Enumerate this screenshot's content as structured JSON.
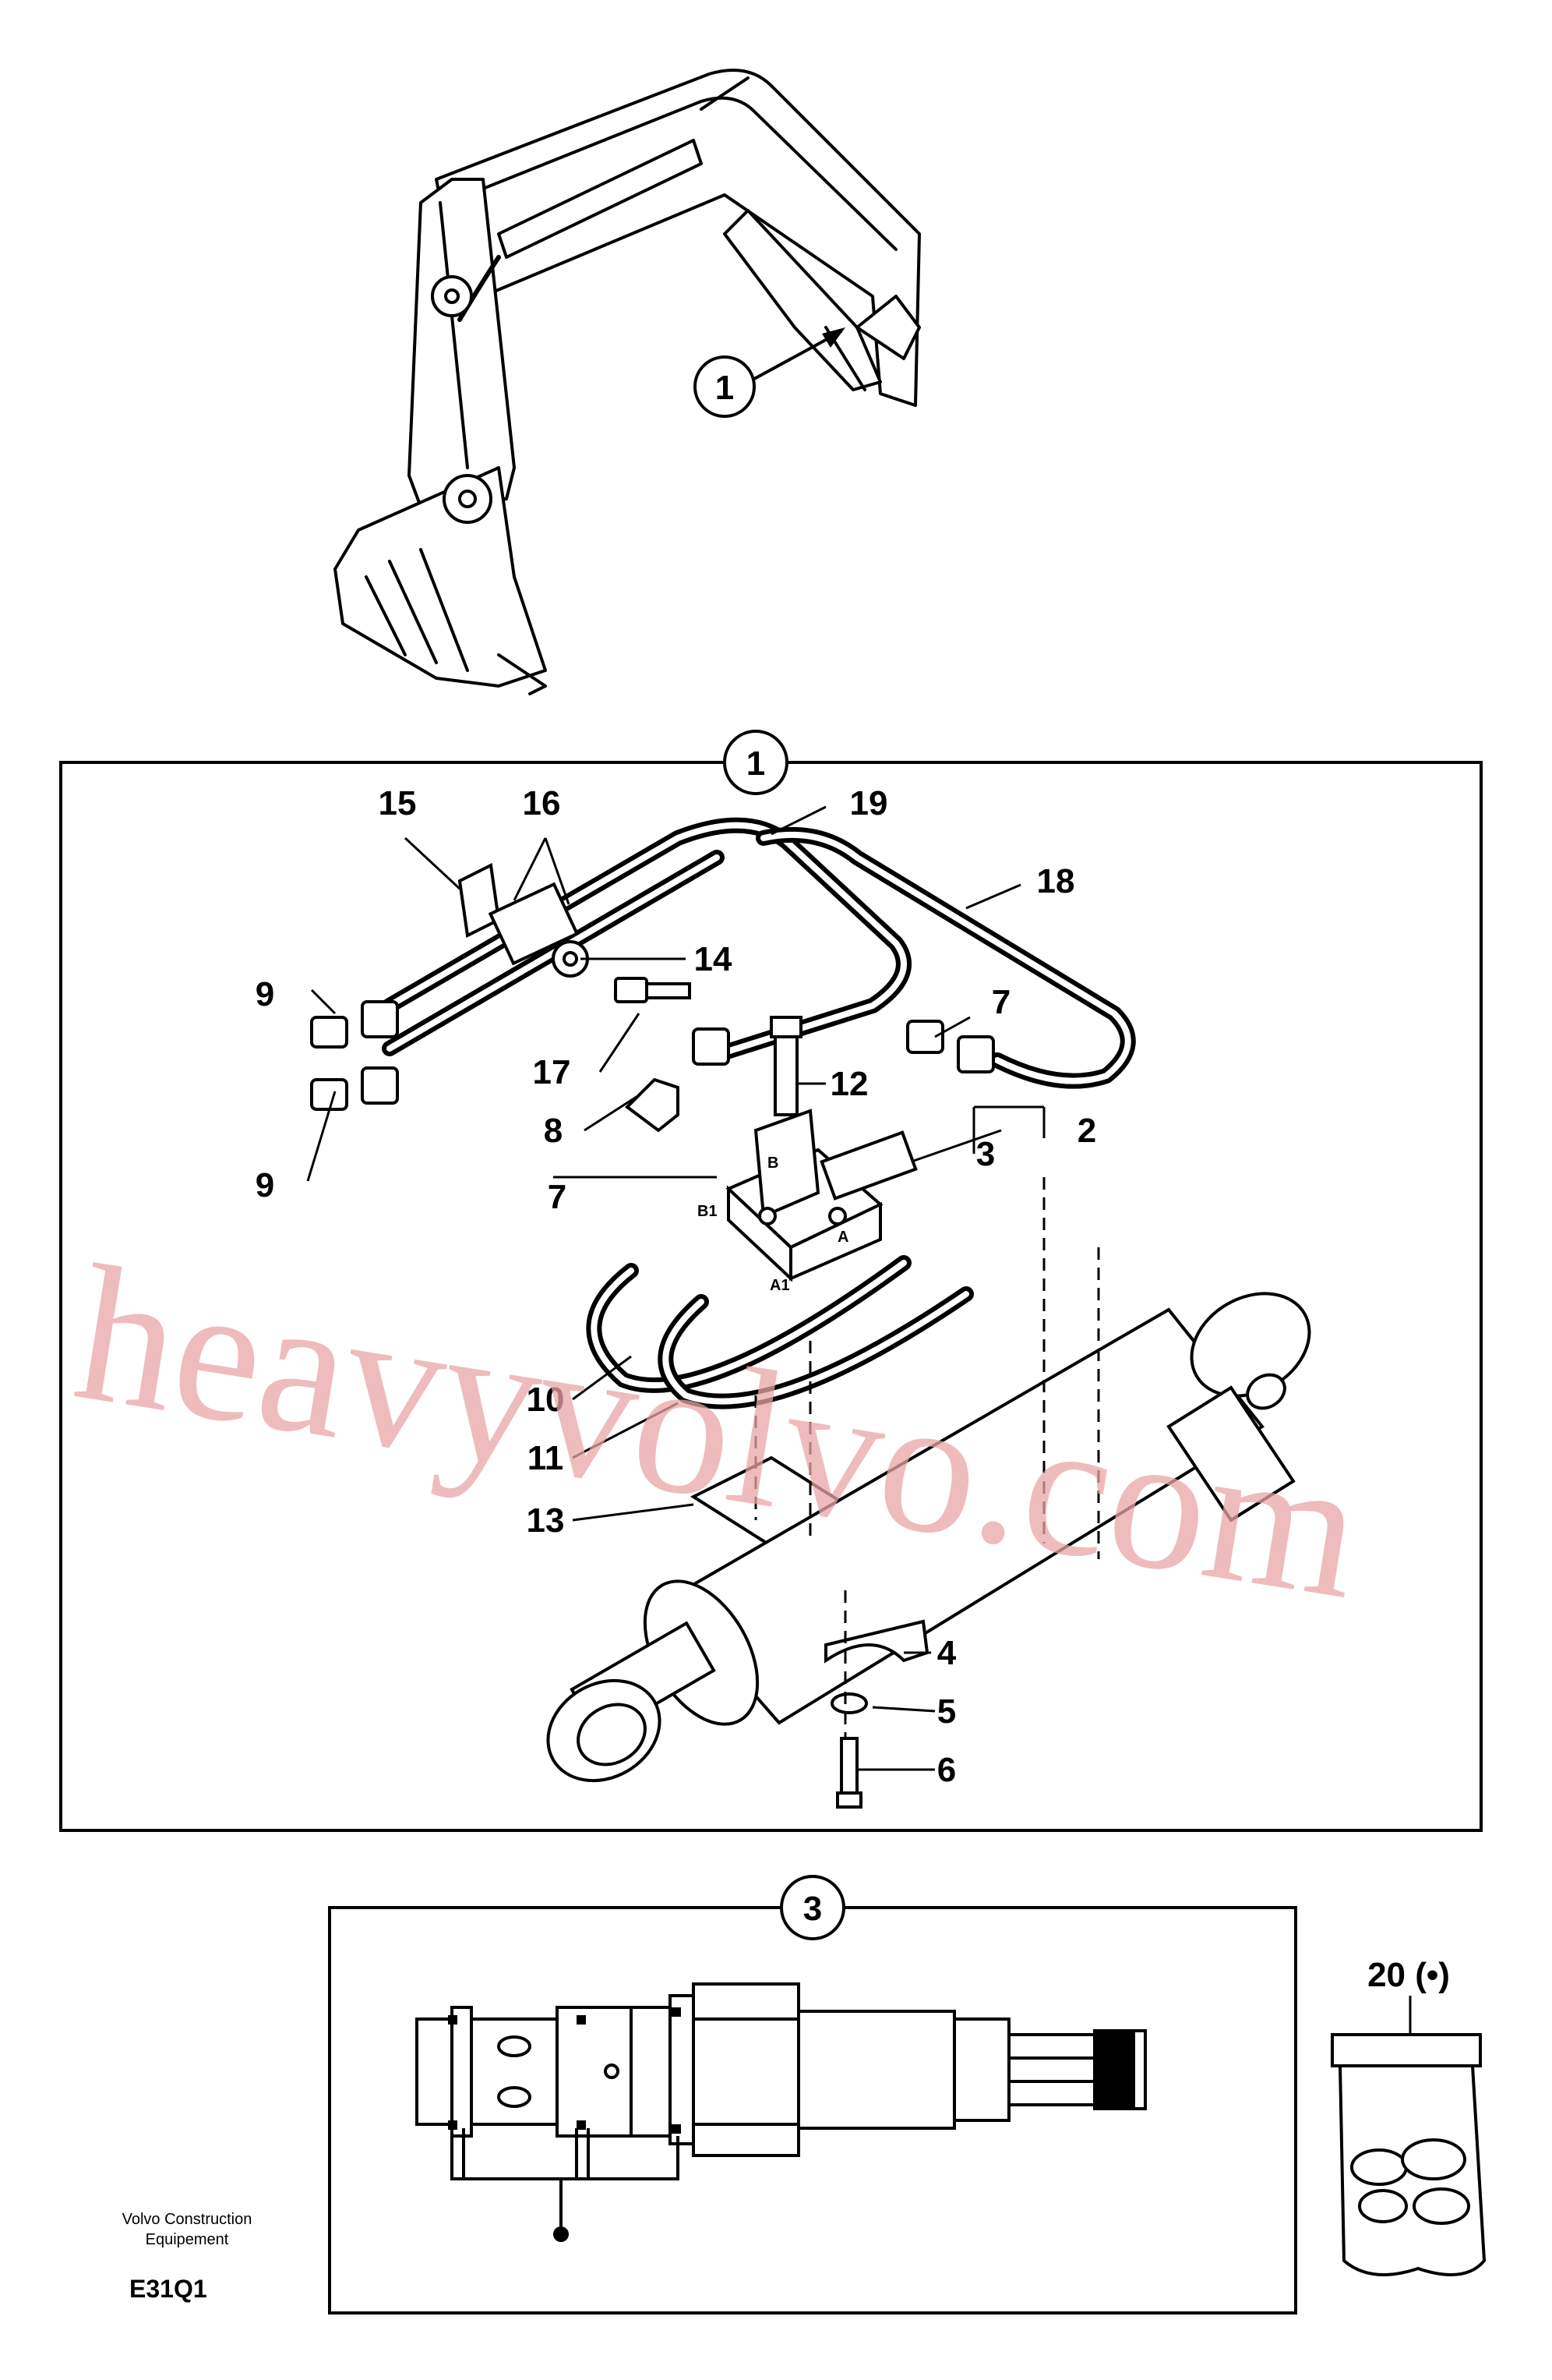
{
  "watermark": "heavyvolvo.com",
  "views": {
    "view1_label": "1",
    "view3_label": "3"
  },
  "callouts": {
    "c1": "1",
    "c2": "2",
    "c3": "3",
    "c4": "4",
    "c5": "5",
    "c6": "6",
    "c7a": "7",
    "c7b": "7",
    "c8": "8",
    "c9a": "9",
    "c9b": "9",
    "c10": "10",
    "c11": "11",
    "c12": "12",
    "c13": "13",
    "c14": "14",
    "c15": "15",
    "c16": "16",
    "c17": "17",
    "c18": "18",
    "c19": "19",
    "c20": "20 (•)"
  },
  "port_labels": {
    "b": "B",
    "b1": "B1",
    "a": "A",
    "a1": "A1"
  },
  "footer": {
    "company_line1": "Volvo Construction",
    "company_line2": "Equipement",
    "code": "E31Q1"
  }
}
